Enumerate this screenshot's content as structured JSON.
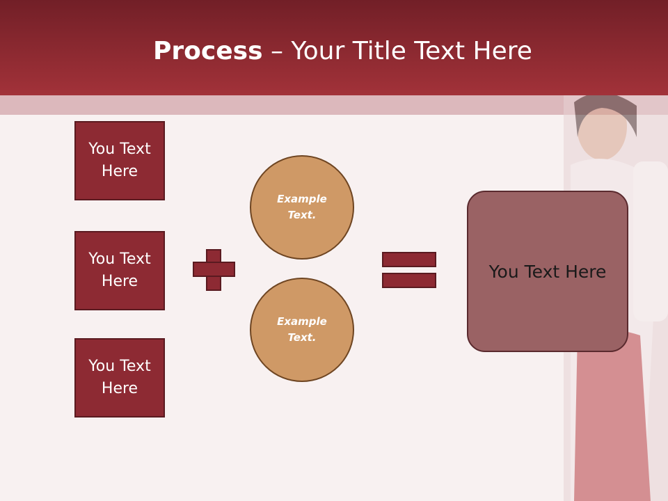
{
  "slide": {
    "title_bold": "Process",
    "title_rest": " – Your Title Text Here",
    "boxes": [
      {
        "label": "You Text Here"
      },
      {
        "label": "You Text Here"
      },
      {
        "label": "You Text Here"
      }
    ],
    "circles": [
      {
        "label": "Example Text."
      },
      {
        "label": "Example Text."
      }
    ],
    "result": {
      "label": "You Text Here"
    }
  },
  "colors": {
    "header": "#a23239",
    "box": "#8d2a33",
    "circle": "#cf9966",
    "result": "#9a6264",
    "background": "#f8f1f1"
  }
}
